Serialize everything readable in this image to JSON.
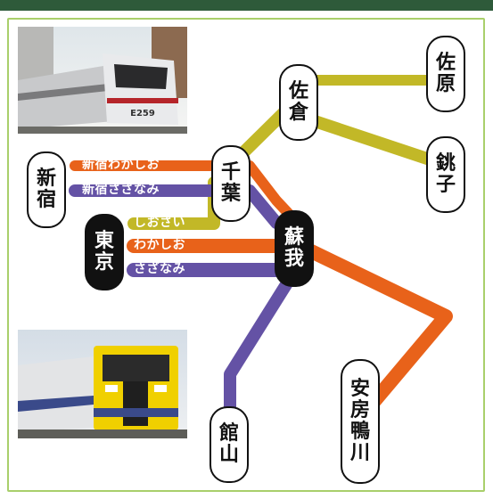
{
  "colors": {
    "yellow": "#c2b827",
    "orange": "#e8621a",
    "purple": "#6452a5",
    "frame_border": "#a9cf6b",
    "top_bar": "#2e5a3a"
  },
  "stations": {
    "shinjuku": [
      "新",
      "宿"
    ],
    "tokyo": [
      "東",
      "京"
    ],
    "chiba": [
      "千",
      "葉"
    ],
    "sakura": [
      "佐",
      "倉"
    ],
    "sawara": [
      "佐",
      "原"
    ],
    "choshi": [
      "銚",
      "子"
    ],
    "soga": [
      "蘇",
      "我"
    ],
    "tateyama": [
      "館",
      "山"
    ],
    "awakamogawa": [
      "安",
      "房",
      "鴨",
      "川"
    ]
  },
  "routes": {
    "shinjuku_wakashio": "新宿わかしお",
    "shinjuku_sazanami": "新宿さざなみ",
    "shiosai": "しおさい",
    "wakashio": "わかしお",
    "sazanami": "さざなみ"
  },
  "photos": {
    "top_train_number": "E259"
  }
}
